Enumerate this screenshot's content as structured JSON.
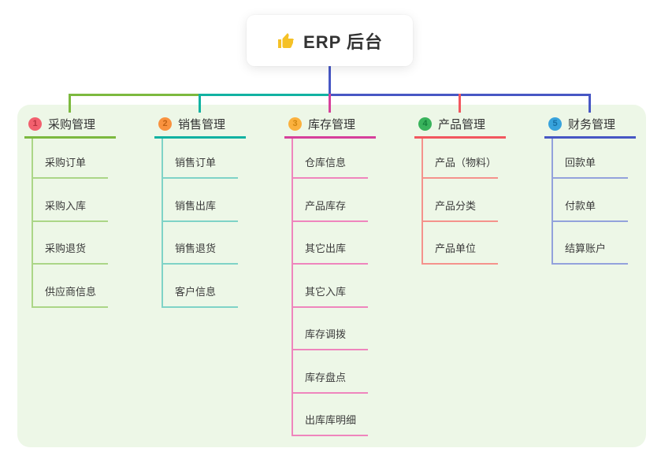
{
  "root": {
    "label": "ERP 后台",
    "icon": "thumbs-up-icon",
    "icon_color": "#f5c126"
  },
  "panel_bg": "#edf7e7",
  "connectors": {
    "root_stem": "#4757c4",
    "bus_left": "#7cb93f",
    "bus_mid": "#12b2a2",
    "bus_right": "#4757c4"
  },
  "branches": [
    {
      "badge": {
        "digit": "1",
        "bg": "#f2606e",
        "fg": "#b8333f"
      },
      "label": "采购管理",
      "color": "#7cb93f",
      "light_color": "#abd687",
      "children": [
        "采购订单",
        "采购入库",
        "采购退货",
        "供应商信息"
      ]
    },
    {
      "badge": {
        "digit": "2",
        "bg": "#f9923f",
        "fg": "#c26214"
      },
      "label": "销售管理",
      "color": "#12b2a2",
      "light_color": "#7fd3c7",
      "children": [
        "销售订单",
        "销售出库",
        "销售退货",
        "客户信息"
      ]
    },
    {
      "badge": {
        "digit": "3",
        "bg": "#fbb13e",
        "fg": "#d1860f"
      },
      "label": "库存管理",
      "color": "#d6409b",
      "light_color": "#ef85bd",
      "children": [
        "仓库信息",
        "产品库存",
        "其它出库",
        "其它入库",
        "库存调拨",
        "库存盘点",
        "出库库明细"
      ]
    },
    {
      "badge": {
        "digit": "4",
        "bg": "#39b35c",
        "fg": "#14813a"
      },
      "label": "产品管理",
      "color": "#f2575f",
      "light_color": "#f5928c",
      "children": [
        "产品（物料）",
        "产品分类",
        "产品单位"
      ]
    },
    {
      "badge": {
        "digit": "5",
        "bg": "#38a3dc",
        "fg": "#1670a6"
      },
      "label": "财务管理",
      "color": "#4757c4",
      "light_color": "#93a2dc",
      "children": [
        "回款单",
        "付款单",
        "结算账户"
      ]
    }
  ]
}
